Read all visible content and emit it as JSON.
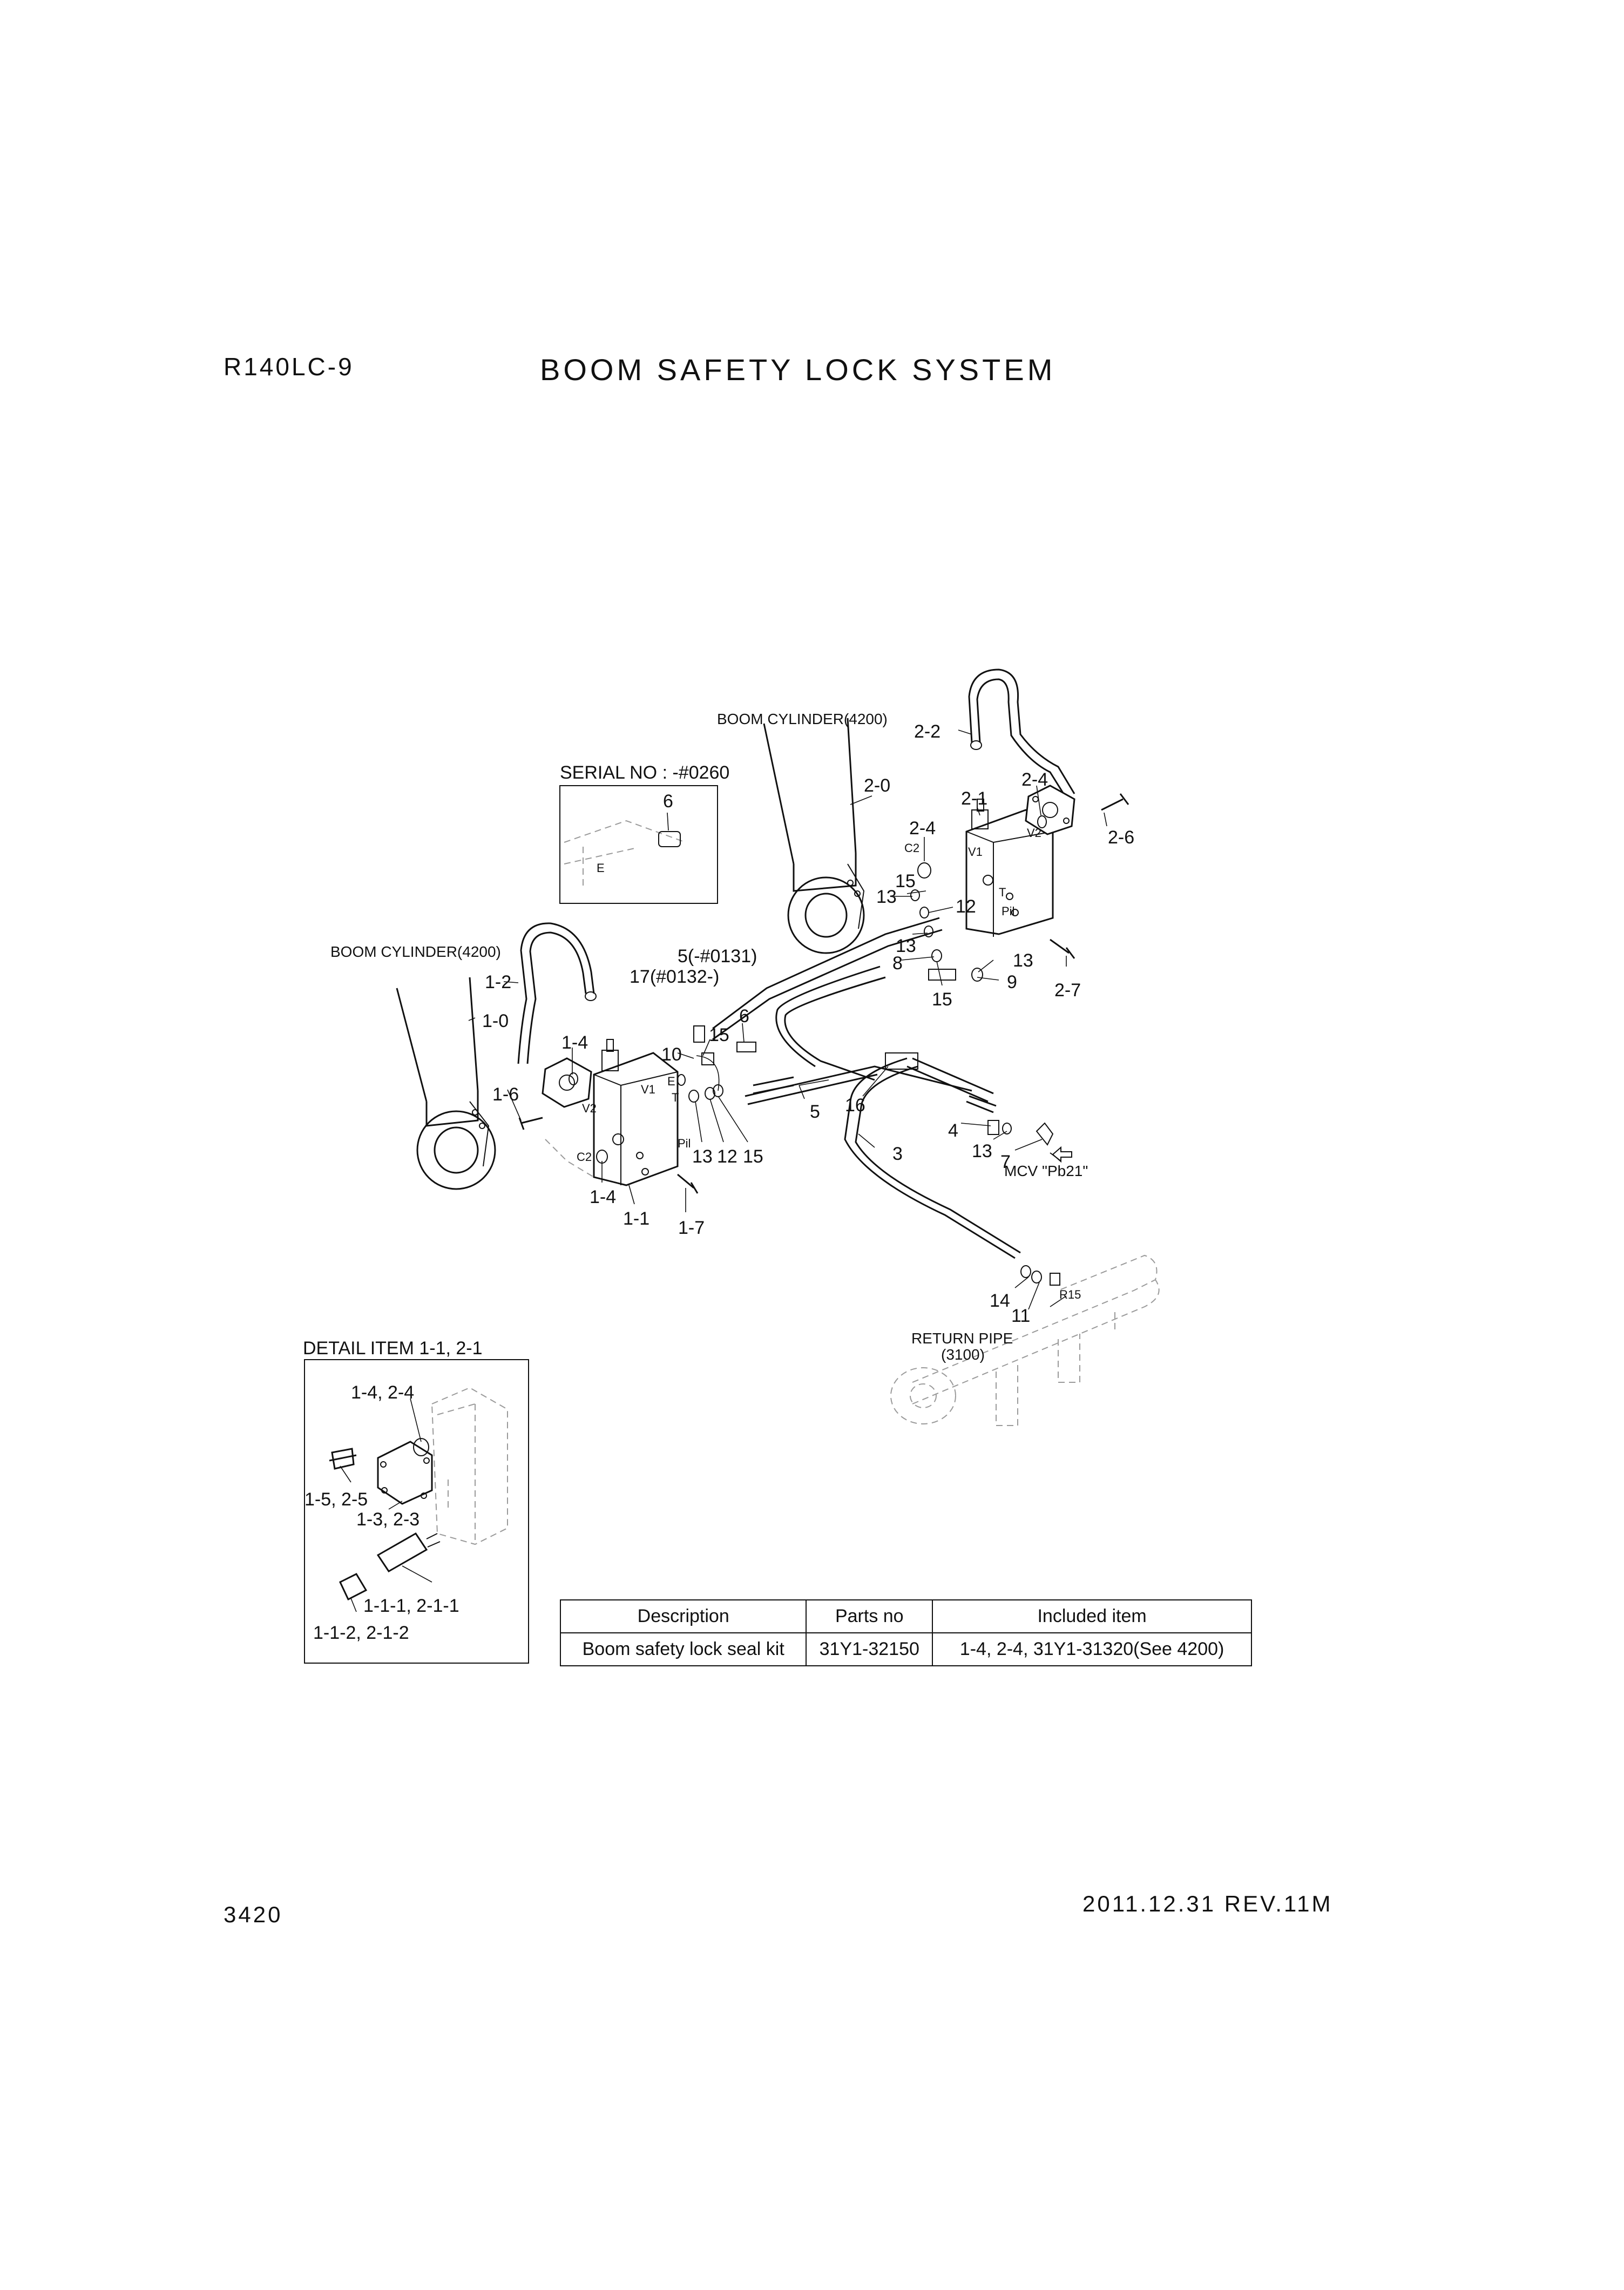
{
  "header": {
    "model": "R140LC-9",
    "title": "BOOM SAFETY LOCK SYSTEM"
  },
  "footer": {
    "page_number": "3420",
    "revision": "2011.12.31  REV.11M"
  },
  "diagram": {
    "serial_box_title": "SERIAL NO : -#0260",
    "boom_cylinder_right": "BOOM CYLINDER(4200)",
    "boom_cylinder_left": "BOOM CYLINDER(4200)",
    "return_pipe_line1": "RETURN PIPE",
    "return_pipe_line2": "(3100)",
    "mcv_label": "MCV \"Pb21\"",
    "detail_title": "DETAIL ITEM 1-1, 2-1",
    "part5_line1": "5(-#0131)",
    "part5_line2": "17(#0132-)",
    "port_labels": {
      "v1_left": "V1",
      "v2_left": "V2",
      "c2_left": "C2",
      "e_left": "E",
      "t_left": "T",
      "pil_left": "Pil",
      "v1_right": "V1",
      "v2_right": "V2",
      "c2_right": "C2",
      "t_right": "T",
      "pil_right": "Pil",
      "r15": "R15",
      "e_serial": "E"
    },
    "callouts": {
      "c2_2": "2-2",
      "c2_4a": "2-4",
      "c2_0": "2-0",
      "c2_1": "2-1",
      "c2_4b": "2-4",
      "c2_6": "2-6",
      "c6a": "6",
      "c13a": "13",
      "c15a": "15",
      "c12a": "12",
      "c13b": "13",
      "c8": "8",
      "c13c": "13",
      "c9": "9",
      "c15b": "15",
      "c2_7": "2-7",
      "c1_2": "1-2",
      "c1_0": "1-0",
      "c1_4a": "1-4",
      "c1_6": "1-6",
      "c10": "10",
      "c15c": "15",
      "c6b": "6",
      "c5": "5",
      "c16": "16",
      "c3": "3",
      "c4": "4",
      "c13d": "13",
      "c7": "7",
      "c1_4b": "1-4",
      "c1_1": "1-1",
      "c1_7": "1-7",
      "c13e": "13",
      "c12b": "12",
      "c15d": "15",
      "c14": "14",
      "c11": "11"
    },
    "detail_callouts": {
      "d1": "1-4, 2-4",
      "d2": "1-5, 2-5",
      "d3": "1-3, 2-3",
      "d4": "1-1-1, 2-1-1",
      "d5": "1-1-2, 2-1-2"
    }
  },
  "parts_table": {
    "headers": [
      "Description",
      "Parts no",
      "Included item"
    ],
    "rows": [
      [
        "Boom safety lock seal kit",
        "31Y1-32150",
        "1-4, 2-4, 31Y1-31320(See 4200)"
      ]
    ]
  }
}
